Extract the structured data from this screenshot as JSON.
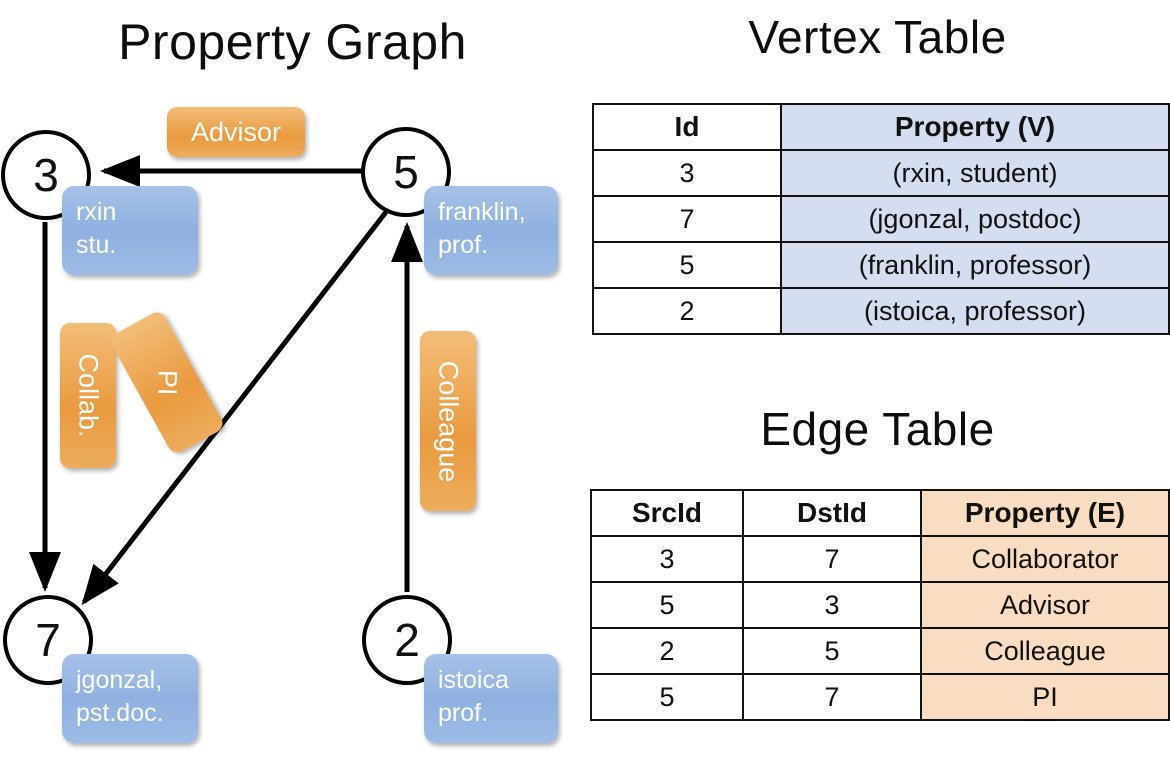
{
  "titles": {
    "property_graph": "Property Graph",
    "vertex_table": "Vertex Table",
    "edge_table": "Edge Table"
  },
  "graph": {
    "nodes": [
      {
        "id": "3",
        "label": "3",
        "property_lines": [
          "rxin",
          "stu."
        ]
      },
      {
        "id": "5",
        "label": "5",
        "property_lines": [
          "franklin,",
          "prof."
        ]
      },
      {
        "id": "7",
        "label": "7",
        "property_lines": [
          "jgonzal,",
          "pst.doc."
        ]
      },
      {
        "id": "2",
        "label": "2",
        "property_lines": [
          "istoica",
          "prof."
        ]
      }
    ],
    "edge_labels": [
      {
        "name": "advisor",
        "text": "Advisor"
      },
      {
        "name": "collab",
        "text": "Collab."
      },
      {
        "name": "pi",
        "text": "PI"
      },
      {
        "name": "colleague",
        "text": "Colleague"
      }
    ],
    "edges": [
      {
        "src": "5",
        "dst": "3",
        "label": "Advisor"
      },
      {
        "src": "3",
        "dst": "7",
        "label": "Collab."
      },
      {
        "src": "5",
        "dst": "7",
        "label": "PI"
      },
      {
        "src": "2",
        "dst": "5",
        "label": "Colleague"
      }
    ]
  },
  "vertex_table": {
    "headers": [
      "Id",
      "Property (V)"
    ],
    "rows": [
      {
        "id": "3",
        "property": "(rxin, student)"
      },
      {
        "id": "7",
        "property": "(jgonzal, postdoc)"
      },
      {
        "id": "5",
        "property": "(franklin, professor)"
      },
      {
        "id": "2",
        "property": "(istoica, professor)"
      }
    ]
  },
  "edge_table": {
    "headers": [
      "SrcId",
      "DstId",
      "Property (E)"
    ],
    "rows": [
      {
        "src": "3",
        "dst": "7",
        "property": "Collaborator"
      },
      {
        "src": "5",
        "dst": "3",
        "property": "Advisor"
      },
      {
        "src": "2",
        "dst": "5",
        "property": "Colleague"
      },
      {
        "src": "5",
        "dst": "7",
        "property": "PI"
      }
    ]
  },
  "colors": {
    "vertex_property_cell": "#d4def0",
    "edge_property_cell": "#f8ddc2",
    "node_box_blue": "#9dbbe6",
    "edge_chip_orange": "#e99a3e",
    "stroke": "#111111"
  }
}
